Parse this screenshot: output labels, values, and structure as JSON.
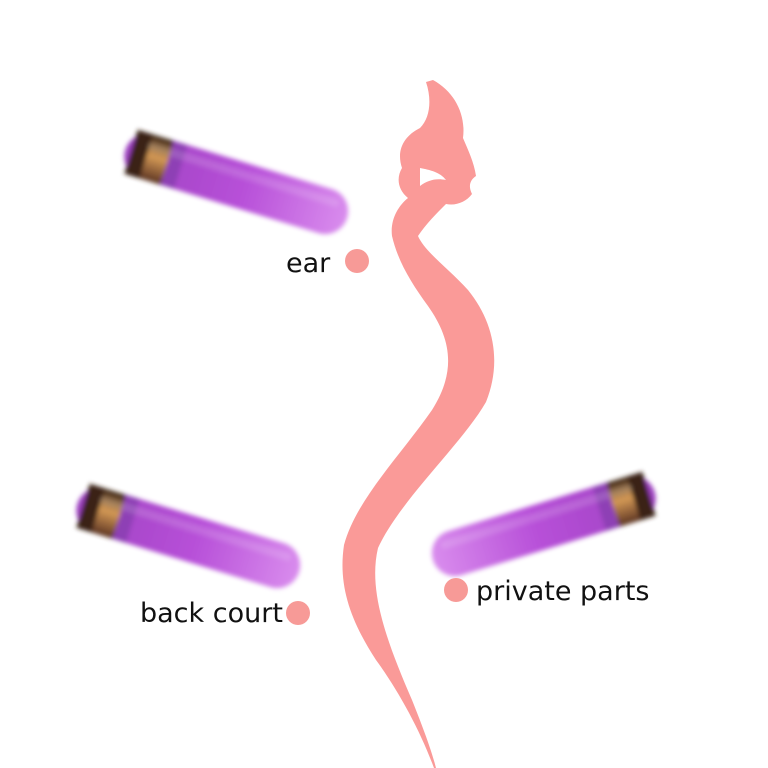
{
  "colors": {
    "silhouette": "#fa9a98",
    "dot": "#f79a97",
    "device_body": "#b84fd6",
    "device_tip": "#d97ae8",
    "device_band": "#c98b45"
  },
  "icons": {
    "silhouette": "woman-silhouette-icon",
    "device": "vibrator-device-icon"
  },
  "labels": {
    "ear": "ear",
    "back_court": "back court",
    "private_parts": "private parts"
  }
}
